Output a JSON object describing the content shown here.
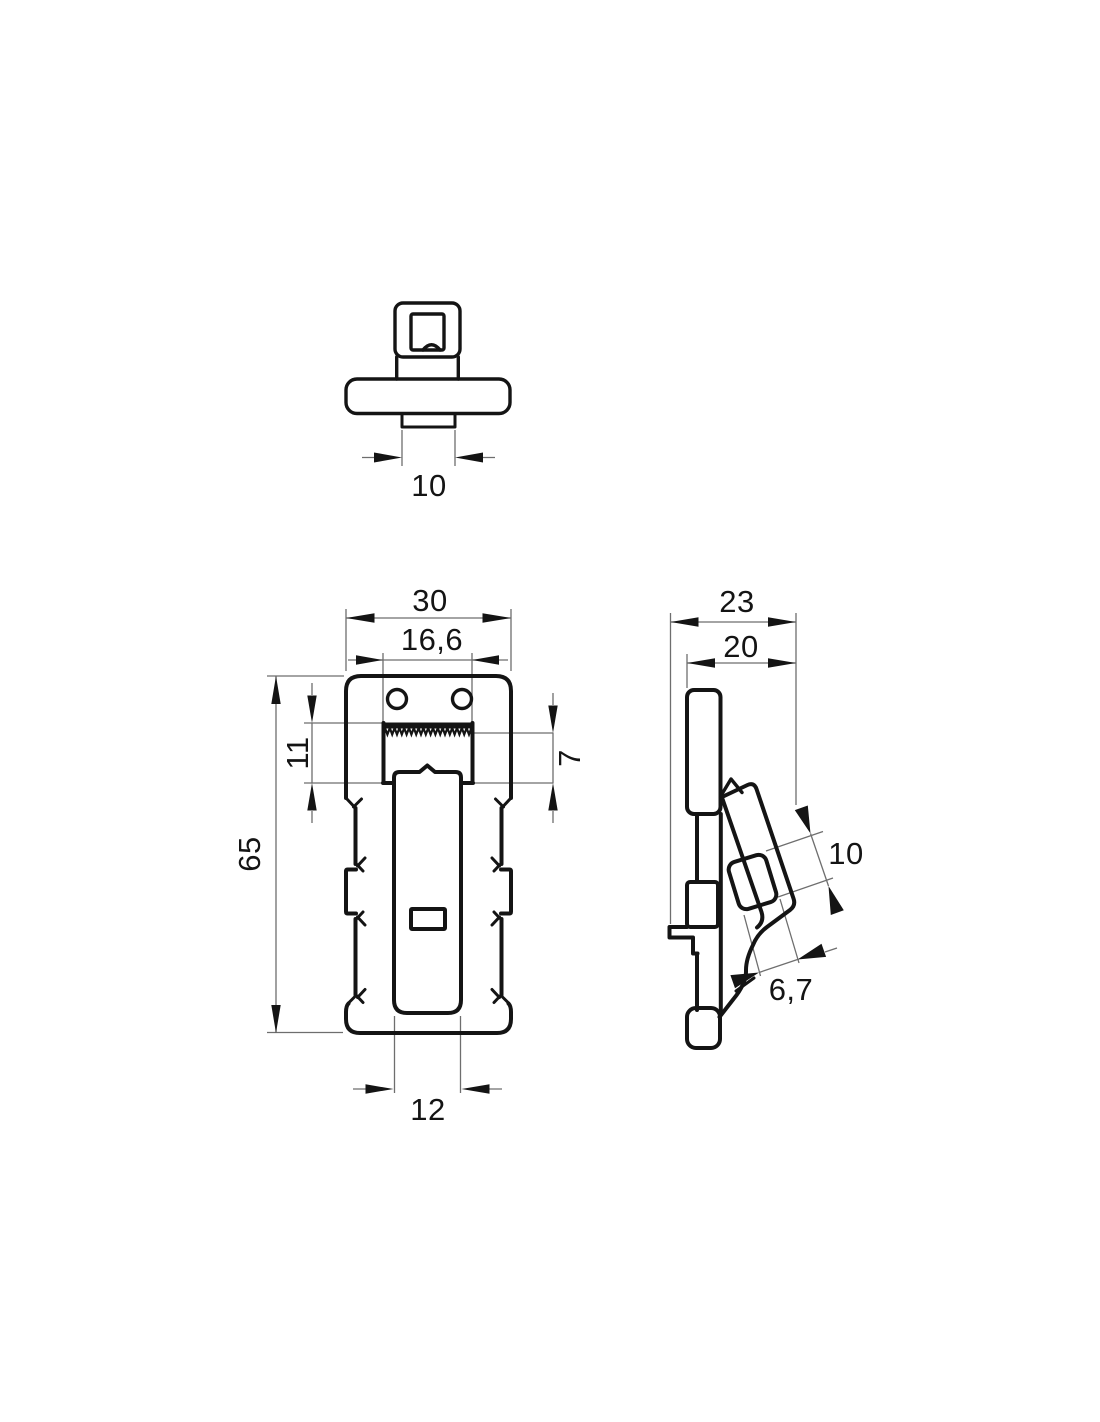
{
  "page": {
    "background": "#ffffff",
    "line_color": "#141414",
    "dim_line_color": "#6e6e6e"
  },
  "drawing": {
    "type": "technical-drawing-3-views",
    "views": {
      "top": {
        "dims": {
          "spindle_width": "10"
        }
      },
      "front": {
        "dims": {
          "overall_width": "30",
          "rack_width": "16,6",
          "rack_height": "11",
          "tooth_depth": "7",
          "overall_height": "65",
          "slider_width": "12"
        }
      },
      "side": {
        "dims": {
          "overall_depth": "23",
          "body_depth": "20",
          "arm_slot_length": "10",
          "arm_slot_width": "6,7"
        }
      }
    }
  }
}
